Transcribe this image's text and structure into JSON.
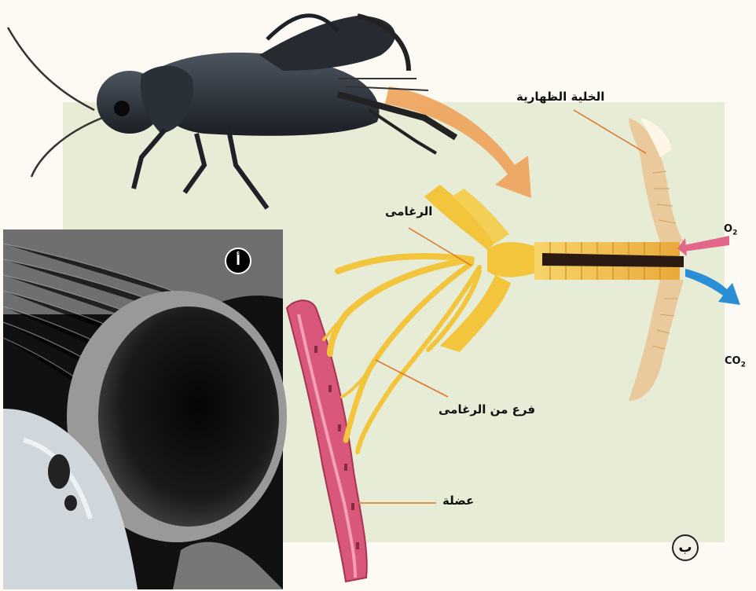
{
  "labels": {
    "epidermal_cell": "الخلية الظهارية",
    "trachea": "الرغامى",
    "tracheal_branch": "فرع من الرغامى",
    "muscle": "عضلة"
  },
  "gases": {
    "oxygen": "O",
    "oxygen_sub": "2",
    "carbon_dioxide": "CO",
    "carbon_dioxide_sub": "2"
  },
  "panels": {
    "photo": "أ",
    "diagram": "ب"
  },
  "colors": {
    "panel_bg": "#e6ecd6",
    "trachea": "#f2c53d",
    "muscle": "#d9577a",
    "arrow": "#f0a25a",
    "o2_arrow": "#e2678b",
    "co2_arrow": "#2b8fd6",
    "leader": "#e0782e"
  }
}
